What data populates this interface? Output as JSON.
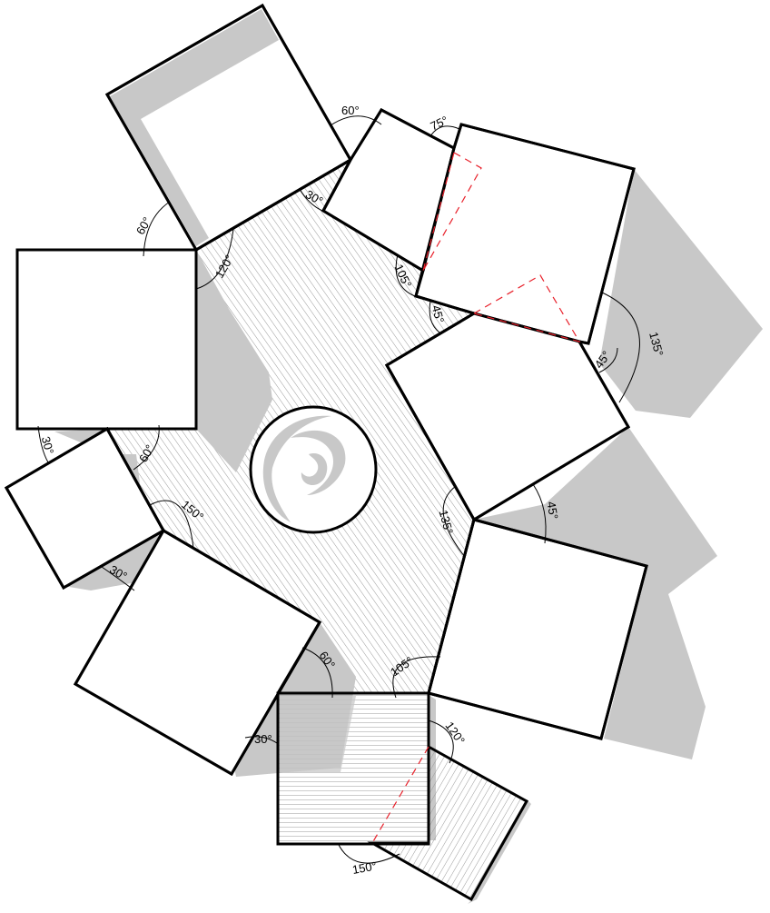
{
  "diagram": {
    "title": "",
    "colors": {
      "outline": "#000000",
      "shadow": "#c8c8c8",
      "hatch": "#9a9a9a",
      "construction_line": "#e8202a",
      "background": "#ffffff"
    },
    "angle_labels": [
      {
        "id": "a60_top",
        "text": "60°"
      },
      {
        "id": "a75",
        "text": "75°"
      },
      {
        "id": "a60_left",
        "text": "60°"
      },
      {
        "id": "a30_top",
        "text": "30°"
      },
      {
        "id": "a120_left",
        "text": "120°"
      },
      {
        "id": "a105_right",
        "text": "105°"
      },
      {
        "id": "a45_notch",
        "text": "45°"
      },
      {
        "id": "a135_right",
        "text": "135°"
      },
      {
        "id": "a45_small",
        "text": "45°"
      },
      {
        "id": "a30_leftbox",
        "text": "30°"
      },
      {
        "id": "a60_mid",
        "text": "60°"
      },
      {
        "id": "a150_left",
        "text": "150°"
      },
      {
        "id": "a30_lower",
        "text": "30°"
      },
      {
        "id": "a135_center",
        "text": "135°"
      },
      {
        "id": "a45_right",
        "text": "45°"
      },
      {
        "id": "a60_bottom",
        "text": "60°"
      },
      {
        "id": "a105_bottom",
        "text": "105°"
      },
      {
        "id": "a30_bottom",
        "text": "30°"
      },
      {
        "id": "a120_bottom",
        "text": "120°"
      },
      {
        "id": "a150_bottom",
        "text": "150°"
      }
    ],
    "elements": {
      "central_polygon": "hatched central courtyard",
      "central_circle": "round feature with swirl",
      "squares": 9
    }
  }
}
